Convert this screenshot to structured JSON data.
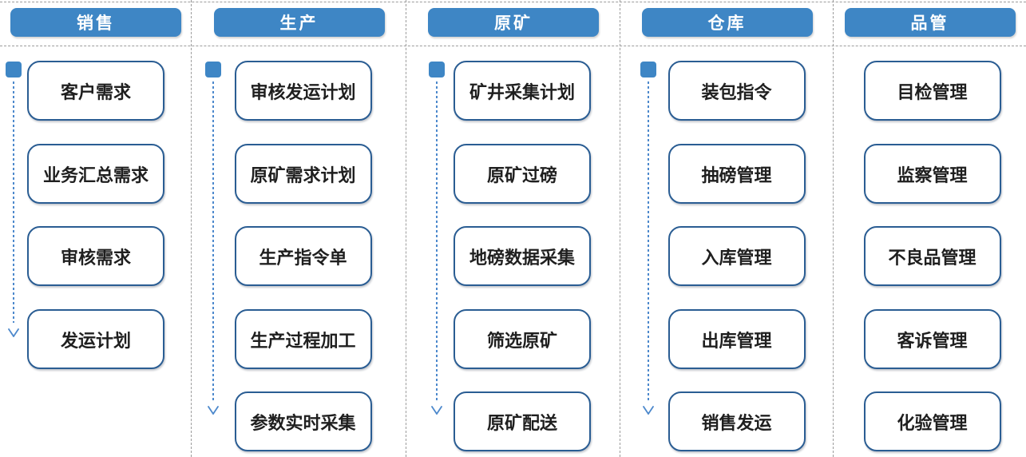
{
  "colors": {
    "header_blue": "#3e86c5",
    "box_border": "#2a5d93",
    "arrow_blue": "#4c88cc",
    "grid_gray": "#9c9c9c",
    "node_text": "#1f1f1f",
    "header_text": "#ffffff"
  },
  "columns": [
    {
      "title": "销售",
      "has_arrow": true,
      "items": [
        "客户需求",
        "业务汇总需求",
        "审核需求",
        "发运计划"
      ]
    },
    {
      "title": "生产",
      "has_arrow": true,
      "items": [
        "审核发运计划",
        "原矿需求计划",
        "生产指令单",
        "生产过程加工",
        "参数实时采集"
      ]
    },
    {
      "title": "原矿",
      "has_arrow": true,
      "items": [
        "矿井采集计划",
        "原矿过磅",
        "地磅数据采集",
        "筛选原矿",
        "原矿配送"
      ]
    },
    {
      "title": "仓库",
      "has_arrow": true,
      "items": [
        "装包指令",
        "抽磅管理",
        "入库管理",
        "出库管理",
        "销售发运"
      ]
    },
    {
      "title": "品管",
      "has_arrow": false,
      "items": [
        "目检管理",
        "监察管理",
        "不良品管理",
        "客诉管理",
        "化验管理"
      ]
    }
  ]
}
